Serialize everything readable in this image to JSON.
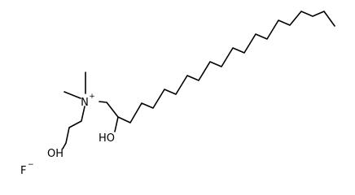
{
  "molecule": {
    "atoms": {
      "nitrogen": {
        "symbol": "N",
        "charge": "+"
      },
      "chain_hydroxyl": {
        "symbol": "HO"
      },
      "ethanol_hydroxyl": {
        "symbol": "OH"
      },
      "counterion": {
        "symbol": "F",
        "charge": "−"
      }
    }
  }
}
